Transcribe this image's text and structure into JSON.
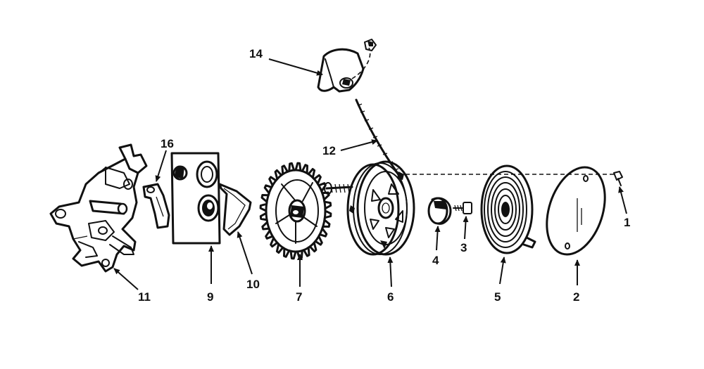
{
  "callouts": {
    "p1": "1",
    "p2": "2",
    "p3": "3",
    "p4": "4",
    "p5": "5",
    "p6": "6",
    "p7": "7",
    "p9": "9",
    "p10": "10",
    "p11": "11",
    "p12": "12",
    "p14": "14",
    "p16": "16"
  }
}
